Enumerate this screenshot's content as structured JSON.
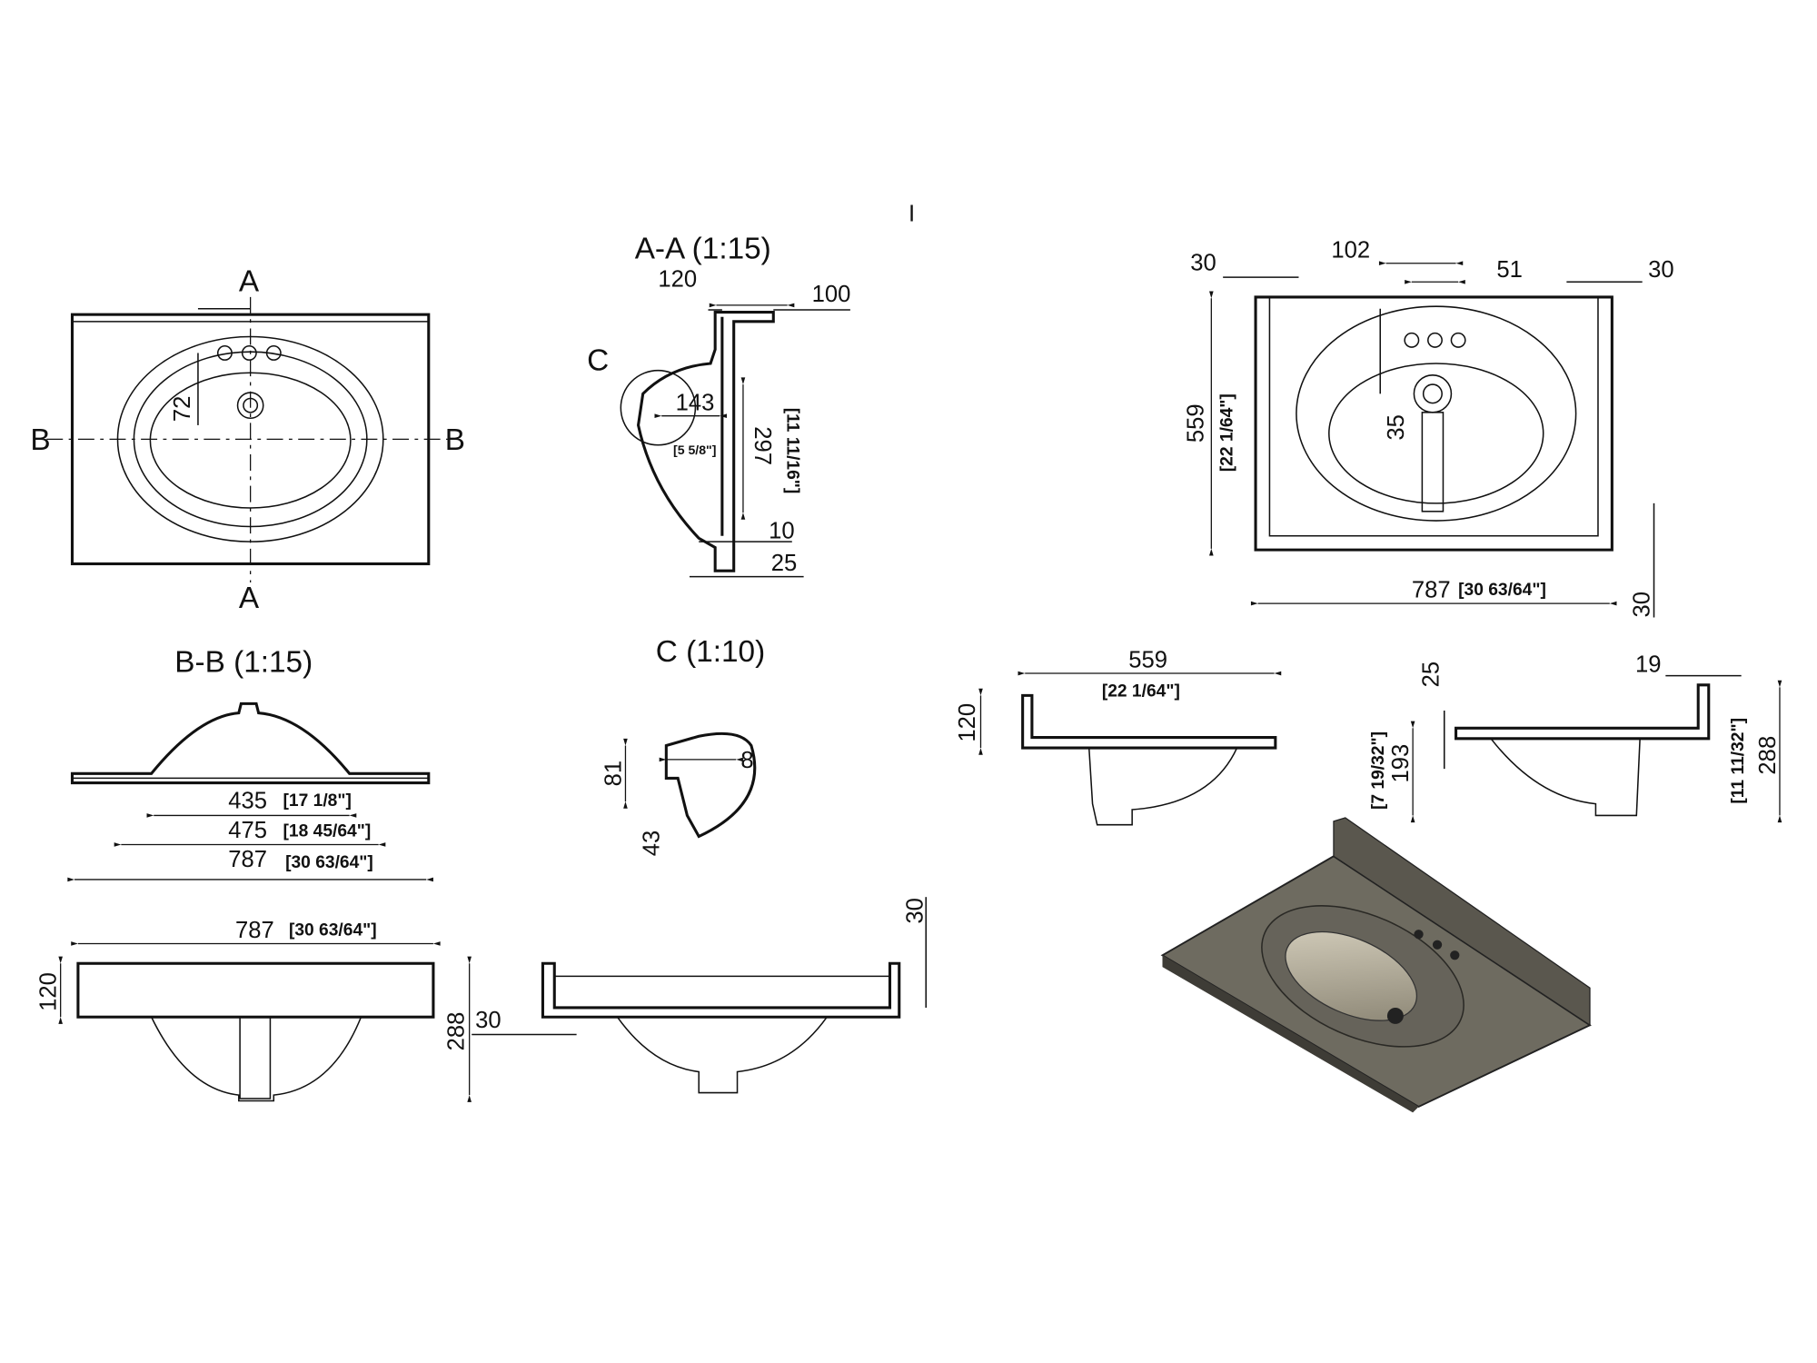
{
  "marker": "I",
  "plan_view": {
    "section_a_top": "A",
    "section_a_bottom": "A",
    "section_b_left": "B",
    "section_b_right": "B",
    "dim_hole_offset": "72"
  },
  "section_aa": {
    "title": "A-A (1:15)",
    "detail_label": "C",
    "dim_120": "120",
    "dim_100": "100",
    "dim_143": "143",
    "dim_143_in": "[5 5/8\"]",
    "dim_297": "297",
    "dim_297_in": "[11 11/16\"]",
    "dim_10": "10",
    "dim_25": "25"
  },
  "section_bb": {
    "title": "B-B (1:15)",
    "dim_435": "435",
    "dim_435_in": "[17 1/8\"]",
    "dim_475": "475",
    "dim_475_in": "[18 45/64\"]",
    "dim_787": "787",
    "dim_787_in": "[30 63/64\"]"
  },
  "detail_c": {
    "title": "C (1:10)",
    "dim_81": "81",
    "dim_8": "8",
    "dim_43": "43"
  },
  "front_view": {
    "dim_787": "787",
    "dim_787_in": "[30 63/64\"]",
    "dim_120": "120",
    "dim_288": "288",
    "dim_30": "30"
  },
  "rear_view": {
    "dim_30": "30"
  },
  "top_view_right": {
    "dim_30_left": "30",
    "dim_102": "102",
    "dim_51": "51",
    "dim_30_right": "30",
    "dim_559": "559",
    "dim_559_in": "[22 1/64\"]",
    "dim_35": "35",
    "dim_787": "787",
    "dim_787_in": "[30 63/64\"]",
    "dim_30_bottom": "30"
  },
  "side_view_left": {
    "dim_559": "559",
    "dim_559_in": "[22 1/64\"]",
    "dim_120": "120"
  },
  "side_view_right": {
    "dim_25": "25",
    "dim_19": "19",
    "dim_193": "193",
    "dim_193_in": "[7 19/32\"]",
    "dim_288": "288",
    "dim_288_in": "[11 11/32\"]"
  },
  "colors": {
    "iso_top": "#6e6b60",
    "iso_edge": "#3e3c36",
    "basin": "#b8b2a0"
  }
}
